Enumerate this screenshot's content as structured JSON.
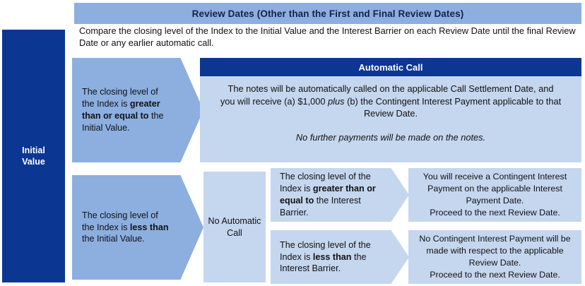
{
  "sidebar": {
    "label": "Initial\nValue",
    "color": "#0B3793"
  },
  "banner": {
    "title": "Review Dates (Other than the First and Final Review Dates)",
    "background": "#8CAFE0",
    "text_color": "#16214C"
  },
  "intro": {
    "text": "Compare the closing level of the Index to the Initial Value and the Interest Barrier on each Review Date until the final Review Date or any earlier automatic call."
  },
  "branch_ge": {
    "condition_html": "The closing level of the Index is <b>greater than or equal to</b> the Initial Value.",
    "condition_text": "The closing level of the Index is greater than or equal to the Initial Value.",
    "shape": "chevron",
    "color": "#8CAFE0"
  },
  "branch_lt": {
    "condition_html": "The closing level of the Index is <b>less than</b> the Initial Value.",
    "condition_text": "The closing level of the Index is less than the Initial Value.",
    "shape": "chevron",
    "color": "#8CAFE0"
  },
  "automatic_call": {
    "title": "Automatic Call",
    "header_color": "#0B3793",
    "body_color": "#C5D6EF",
    "paragraph_1_html": "The notes will be automatically called on the applicable Call Settlement Date, and you will receive (a) $1,000 <i>plus</i> (b) the Contingent Interest Payment applicable to that Review Date.",
    "paragraph_1_text": "The notes will be automatically called on the applicable Call Settlement Date, and you will receive (a) $1,000 plus (b) the Contingent Interest Payment applicable to that Review Date.",
    "paragraph_2": "No further payments will be made on the notes.",
    "amount": "$1,000"
  },
  "no_automatic_call": {
    "label": "No Automatic Call",
    "color": "#C5D6EF"
  },
  "barrier_branches": [
    {
      "condition_html": "The closing level of the Index is <b>greater than or equal to</b> the Interest Barrier.",
      "condition_text": "The closing level of the Index is greater than or equal to the Interest Barrier.",
      "outcome": "You will receive a Contingent Interest Payment on the applicable Interest Payment Date.\nProceed to the next Review Date.",
      "color": "#C5D6EF"
    },
    {
      "condition_html": "The closing level of the Index is <b>less than</b> the Interest Barrier.",
      "condition_text": "The closing level of the Index is less than the Interest Barrier.",
      "outcome": "No Contingent Interest Payment will be made with respect to the applicable Review Date.\nProceed to the next Review Date.",
      "color": "#C5D6EF"
    }
  ]
}
